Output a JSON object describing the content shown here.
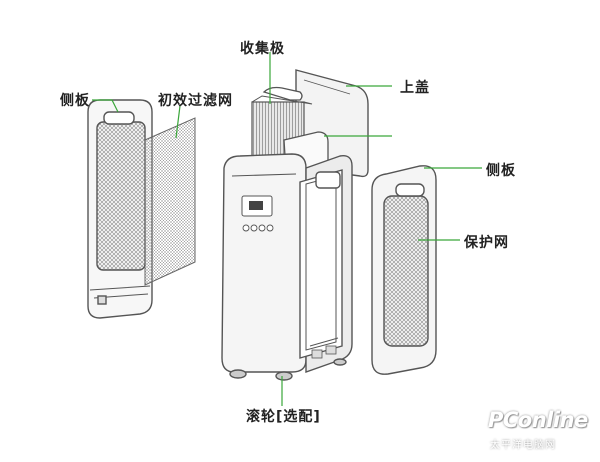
{
  "labels": {
    "collector_plate": "收集极",
    "top_cover": "上盖",
    "side_panel_left": "侧板",
    "primary_filter": "初效过滤网",
    "side_panel_right": "侧板",
    "protective_mesh": "保护网",
    "casters_optional": "滚轮[选配]"
  },
  "watermark": {
    "brand": "PConline",
    "subtitle": "太平洋电脑网"
  },
  "colors": {
    "leader_line": "#3aa63a",
    "outline": "#555555",
    "mesh": "#9a9a9a"
  }
}
